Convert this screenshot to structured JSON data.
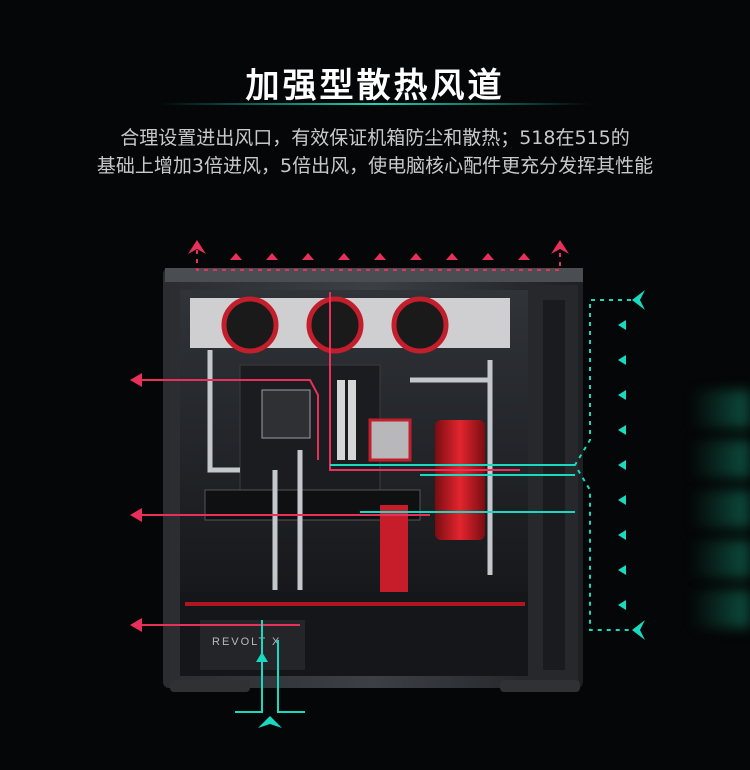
{
  "header": {
    "title": "加强型散热风道",
    "line1": "合理设置进出风口，有效保证机箱防尘和散热；518在515的",
    "line2": "基础上增加3倍进风，5倍出风，使电脑核心配件更充分发挥其性能"
  },
  "case": {
    "logo": "REVOLT X"
  },
  "colors": {
    "intake": "#19d9c0",
    "exhaust": "#e8305a",
    "background": "#050607",
    "accent_line": "#1fd4b6"
  },
  "icons": {
    "exhaust_arrow": "arrow-up-icon",
    "intake_arrow": "arrow-left-icon"
  }
}
